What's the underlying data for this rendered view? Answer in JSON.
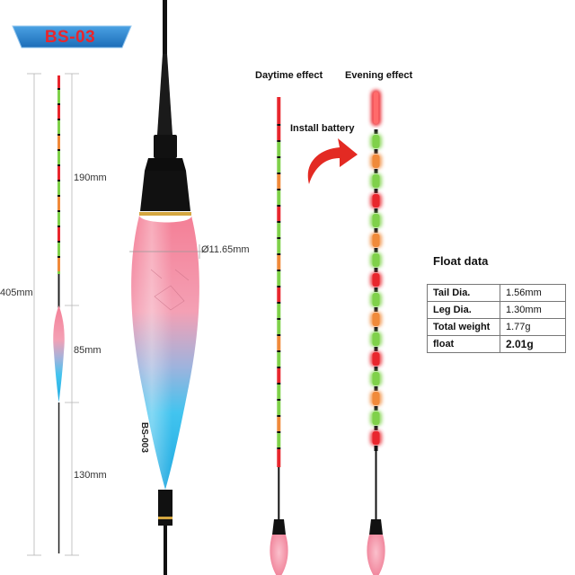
{
  "product": {
    "model_badge": "BS-03",
    "float_body_model": "BS-003"
  },
  "dimensions": {
    "total_length": "405mm",
    "tip_length": "190mm",
    "body_length": "85mm",
    "stem_length": "130mm",
    "body_diameter": "Ø11.65mm"
  },
  "effects": {
    "daytime_label": "Daytime effect",
    "evening_label": "Evening effect",
    "install_label": "Install battery"
  },
  "float_data": {
    "title": "Float data",
    "rows": [
      {
        "label": "Tail Dia.",
        "value": "1.56mm"
      },
      {
        "label": "Leg Dia.",
        "value": "1.30mm"
      },
      {
        "label": "Total weight",
        "value": "1.77g"
      },
      {
        "label": "float",
        "value": "2.01g"
      }
    ]
  },
  "colors": {
    "badge_bg": "#2a7fc9",
    "badge_text": "#e8262d",
    "tip_red": "#e8262d",
    "tip_green": "#7fd14a",
    "tip_orange": "#f08a3a",
    "body_pink": "#f4889e",
    "body_blue": "#33bde8",
    "arrow_red": "#e32a23"
  }
}
